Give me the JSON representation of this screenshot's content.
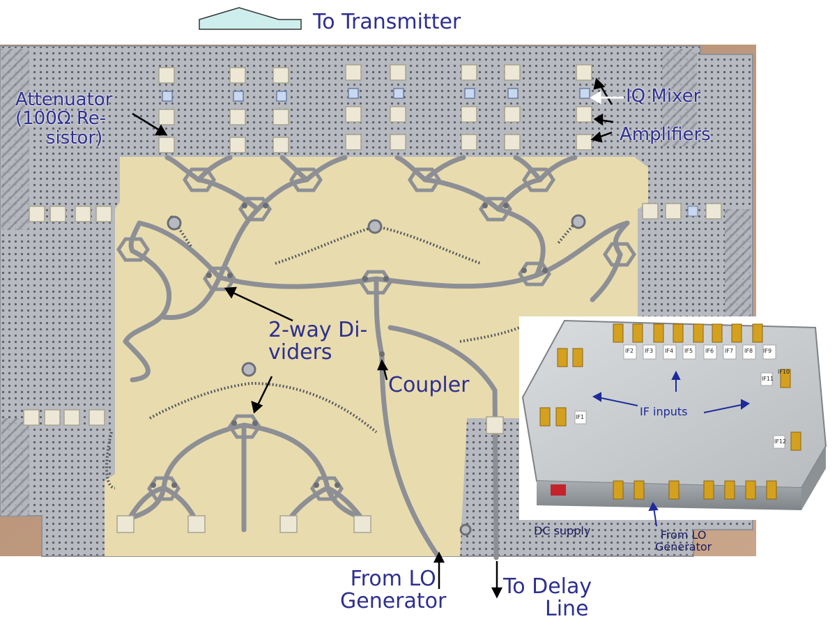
{
  "labels": {
    "to_transmitter": "To Transmitter",
    "attenuator_line1": "Attenuator",
    "attenuator_line2": "(100Ω Re-",
    "attenuator_line3": "sistor)",
    "iq_mixer": "IQ Mixer",
    "amplifiers": "Amplifiers",
    "two_way_line1": "2-way Di-",
    "two_way_line2": "viders",
    "coupler": "Coupler",
    "from_lo_line1": "From LO",
    "from_lo_line2": "Generator",
    "to_delay_line1": "To Delay",
    "to_delay_line2": "Line"
  },
  "inset": {
    "if_inputs": "IF inputs",
    "dc_supply": "DC supply",
    "from_lo_line1": "From LO",
    "from_lo_line2": "Generator",
    "if_ports": [
      "IF2",
      "IF3",
      "IF4",
      "IF5",
      "IF6",
      "IF7",
      "IF8",
      "IF9",
      "IF10",
      "IF11",
      "IF12",
      "IF1"
    ]
  },
  "colors": {
    "label_text": "#2e2f8f",
    "board_metal": "#b9bcc2",
    "substrate": "#e8dcae",
    "trace": "#8d8f95",
    "arrow_fill": "#cdeeed",
    "enclosure": "#c9cccf"
  }
}
